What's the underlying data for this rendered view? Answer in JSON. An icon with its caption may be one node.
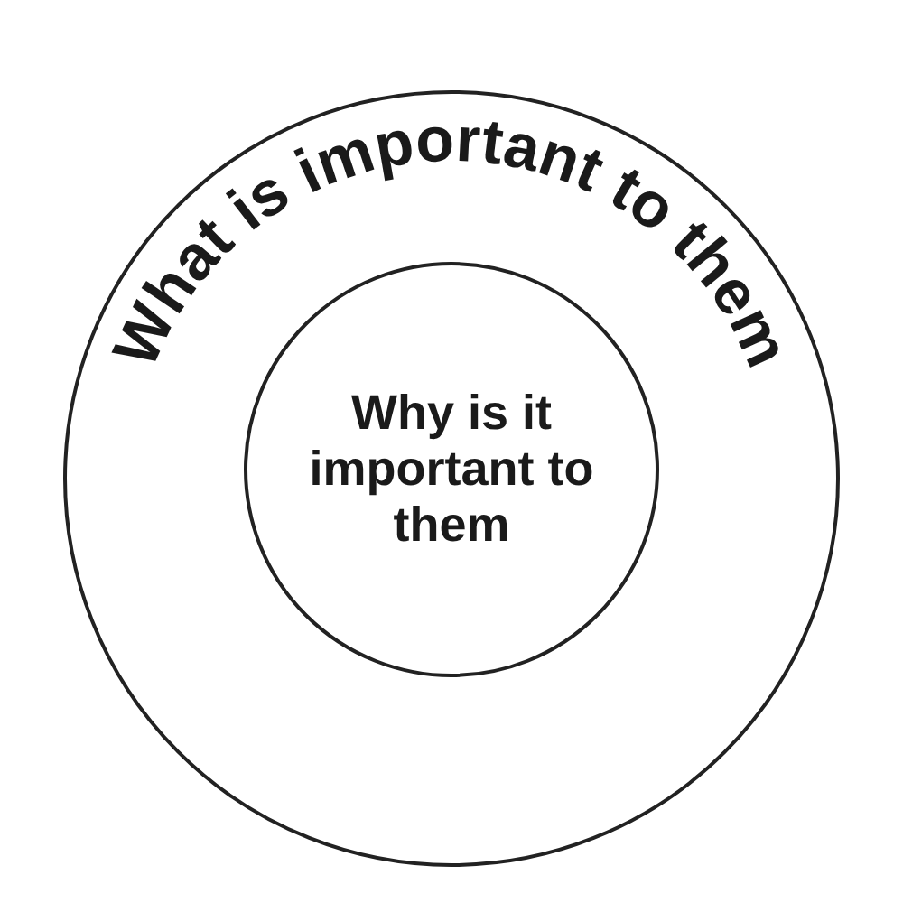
{
  "diagram": {
    "nodes": [
      {
        "text": [
          "What is important to them"
        ]
      },
      {
        "text": [
          "Why is it important to them"
        ],
        "in": 0
      }
    ]
  }
}
